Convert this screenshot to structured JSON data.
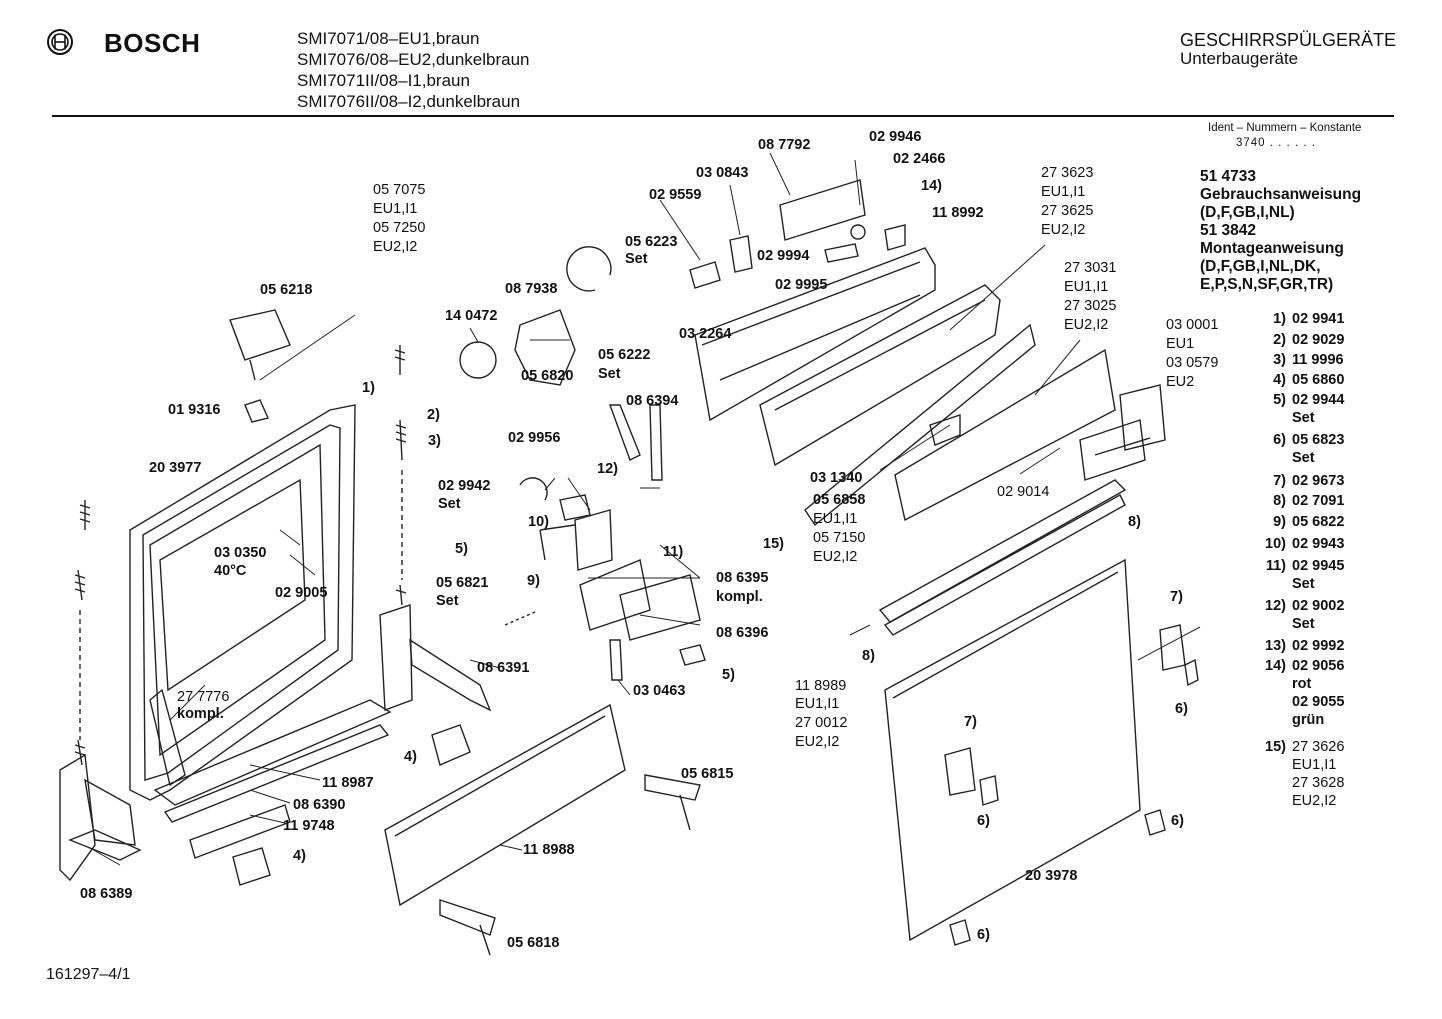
{
  "header": {
    "brand": "BOSCH",
    "models": [
      "SMI7071/08–EU1,braun",
      "SMI7076/08–EU2,dunkelbraun",
      "SMI7071II/08–I1,braun",
      "SMI7076II/08–I2,dunkelbraun"
    ],
    "category": "GESCHIRRSPÜLGERÄTE",
    "subcategory": "Unterbaugeräte"
  },
  "ident": {
    "label": "Ident – Nummern – Konstante",
    "value": "3740 . . . . . ."
  },
  "docs": {
    "d1_num": "51 4733",
    "d1_name": "Gebrauchsanweisung",
    "d1_lang": "(D,F,GB,I,NL)",
    "d2_num": "51 3842",
    "d2_name": "Montageanweisung",
    "d2_lang1": "(D,F,GB,I,NL,DK,",
    "d2_lang2": "E,P,S,N,SF,GR,TR)"
  },
  "legend": [
    {
      "key": "1)",
      "value": "02 9941"
    },
    {
      "key": "2)",
      "value": "02 9029"
    },
    {
      "key": "3)",
      "value": "11 9996"
    },
    {
      "key": "4)",
      "value": "05 6860"
    },
    {
      "key": "5)",
      "value": "02 9944",
      "sub": [
        "Set"
      ]
    },
    {
      "key": "6)",
      "value": "05 6823",
      "sub": [
        "Set"
      ]
    },
    {
      "key": "7)",
      "value": "02 9673"
    },
    {
      "key": "8)",
      "value": "02 7091"
    },
    {
      "key": "9)",
      "value": "05 6822"
    },
    {
      "key": "10)",
      "value": "02 9943"
    },
    {
      "key": "11)",
      "value": "02 9945",
      "sub": [
        "Set"
      ]
    },
    {
      "key": "12)",
      "value": "02 9002",
      "sub": [
        "Set"
      ]
    },
    {
      "key": "13)",
      "value": "02 9992"
    },
    {
      "key": "14)",
      "value": "02 9056",
      "sub": [
        "rot",
        "02 9055",
        "grün"
      ]
    },
    {
      "key": "15)",
      "value": "27 3626",
      "sub": [
        "EU1,I1",
        "27 3628",
        "EU2,I2"
      ]
    }
  ],
  "labels": {
    "l057075": "05 7075",
    "l057075_eu1": "EU1,I1",
    "l057250": "05 7250",
    "l057250_eu2": "EU2,I2",
    "l056218": "05 6218",
    "l019316": "01 9316",
    "l203977": "20 3977",
    "l030350": "03 0350",
    "l40c": "40°C",
    "l029005": "02 9005",
    "l277776": "27 7776",
    "l277776k": "kompl.",
    "l118987": "11 8987",
    "l086390": "08 6390",
    "l119748": "11 9748",
    "l086389": "08 6389",
    "l086391": "08 6391",
    "l118988": "11 8988",
    "l056818": "05 6818",
    "l056815": "05 6815",
    "l140472": "14 0472",
    "l087938": "08 7938",
    "l087792": "08 7792",
    "l030843": "03 0843",
    "l029559": "02 9559",
    "l029946": "02 9946",
    "l022466": "02 2466",
    "l029994": "02 9994",
    "l118992": "11 8992",
    "l029995": "02 9995",
    "l056223": "05 6223",
    "l056223s": "Set",
    "l056222": "05 6222",
    "l056222s": "Set",
    "l032264": "03 2264",
    "l056820": "05 6820",
    "l086394": "08 6394",
    "l029956": "02 9956",
    "l029942": "02 9942",
    "l029942s": "Set",
    "l056821": "05 6821",
    "l056821s": "Set",
    "l086395": "08 6395",
    "l086395k": "kompl.",
    "l086396": "08 6396",
    "l030463": "03 0463",
    "l031340": "03 1340",
    "l056858": "05 6858",
    "l056858_eu1": "EU1,I1",
    "l057150": "05 7150",
    "l057150_eu2": "EU2,I2",
    "l273623": "27 3623",
    "l273623_eu1": "EU1,I1",
    "l273625": "27 3625",
    "l273625_eu2": "EU2,I2",
    "l273031": "27 3031",
    "l273031_eu1": "EU1,I1",
    "l273025": "27 3025",
    "l273025_eu2": "EU2,I2",
    "l030001": "03 0001",
    "l030001_eu1": "EU1",
    "l030579": "03 0579",
    "l030579_eu2": "EU2",
    "l029014": "02 9014",
    "l118989": "11 8989",
    "l118989_eu1": "EU1,I1",
    "l270012": "27 0012",
    "l270012_eu2": "EU2,I2",
    "l203978": "20 3978",
    "c1": "1)",
    "c2": "2)",
    "c3": "3)",
    "c4a": "4)",
    "c4b": "4)",
    "c5a": "5)",
    "c5b": "5)",
    "c6a": "6)",
    "c6b": "6)",
    "c6c": "6)",
    "c6d": "6)",
    "c7a": "7)",
    "c7b": "7)",
    "c8a": "8)",
    "c8b": "8)",
    "c9": "9)",
    "c10": "10)",
    "c11": "11)",
    "c12": "12)",
    "c14": "14)",
    "c15": "15)"
  },
  "footer": {
    "doc_id": "161297–4/1"
  }
}
